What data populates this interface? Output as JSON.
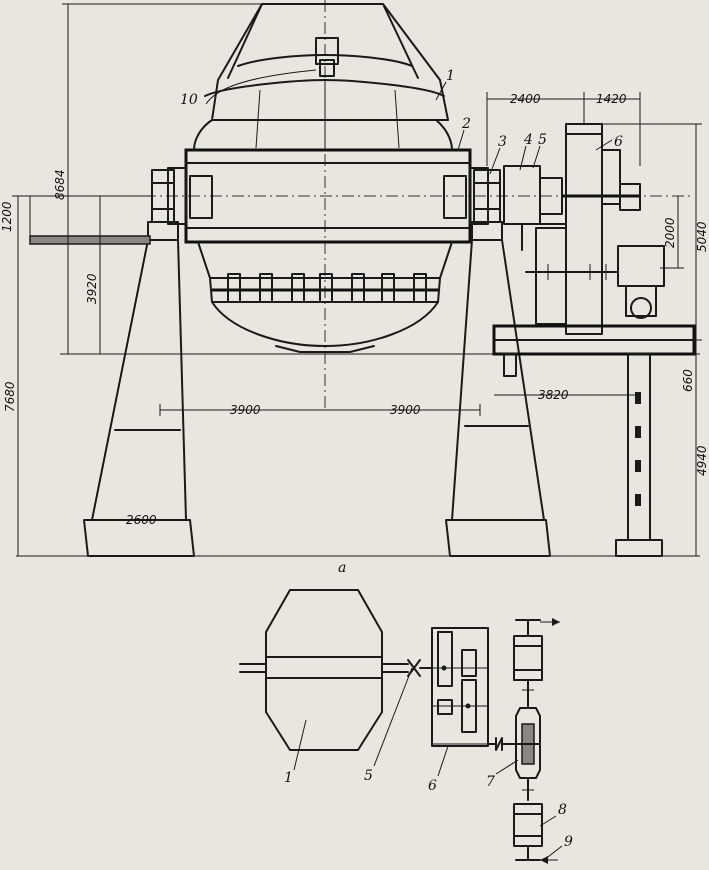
{
  "figure": {
    "view_caption": "a",
    "dimensions": {
      "overall_height": "8684",
      "stand_height": "7680",
      "axis_height": "3920",
      "floor_offset": "1200",
      "half_span_left": "3900",
      "half_span_right": "3900",
      "base_width": "2600",
      "top_2400": "2400",
      "top_1420": "1420",
      "right_5040": "5040",
      "right_2000": "2000",
      "right_660": "660",
      "right_4940": "4940",
      "drive_3820": "3820"
    },
    "callouts_main": [
      "1",
      "2",
      "3",
      "4",
      "5",
      "6",
      "10"
    ],
    "callouts_scheme": [
      "1",
      "5",
      "6",
      "7",
      "8",
      "9"
    ]
  }
}
